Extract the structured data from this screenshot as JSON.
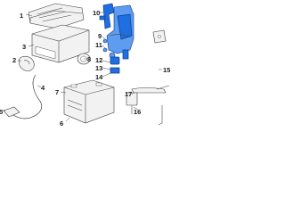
{
  "callouts": {
    "c1": "1",
    "c2": "2",
    "c3": "3",
    "c4": "4",
    "c5": "5",
    "c6": "6",
    "c7": "7",
    "c8": "8",
    "c9": "9",
    "c10": "10",
    "c11": "11",
    "c12": "12",
    "c13": "13",
    "c14": "14",
    "c15": "15",
    "c16": "16",
    "c17": "17"
  },
  "colors": {
    "highlight": "#1f6fe0",
    "outline": "#3c3c3c",
    "background": "#ffffff"
  }
}
